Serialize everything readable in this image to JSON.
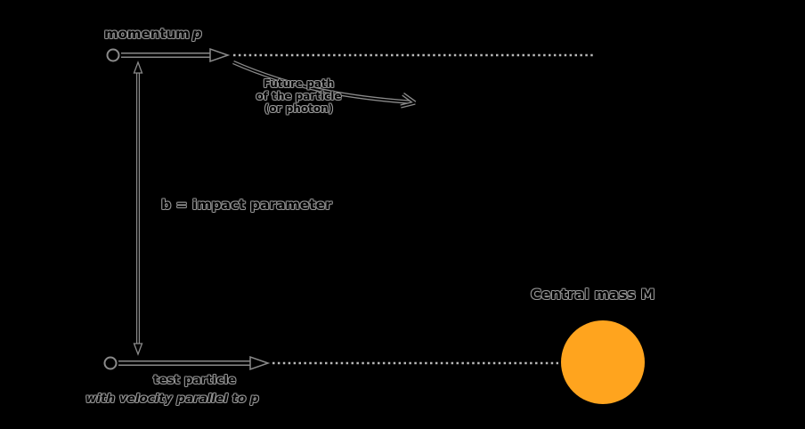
{
  "colors": {
    "background": "#000000",
    "central_mass": "#FFA41E",
    "dotted_line": "#b8b8b8",
    "halo": "#8a8a8a"
  },
  "labels": {
    "momentum_text": "momentum",
    "momentum_symbol": "p",
    "future_path_line1": "Future path",
    "future_path_line2": "of the particle",
    "future_path_line3": "(or photon)",
    "impact_parameter": "b = impact parameter",
    "central_mass": "Central mass M",
    "test_particle": "test particle",
    "test_particle_velocity": "with velocity parallel to p"
  }
}
